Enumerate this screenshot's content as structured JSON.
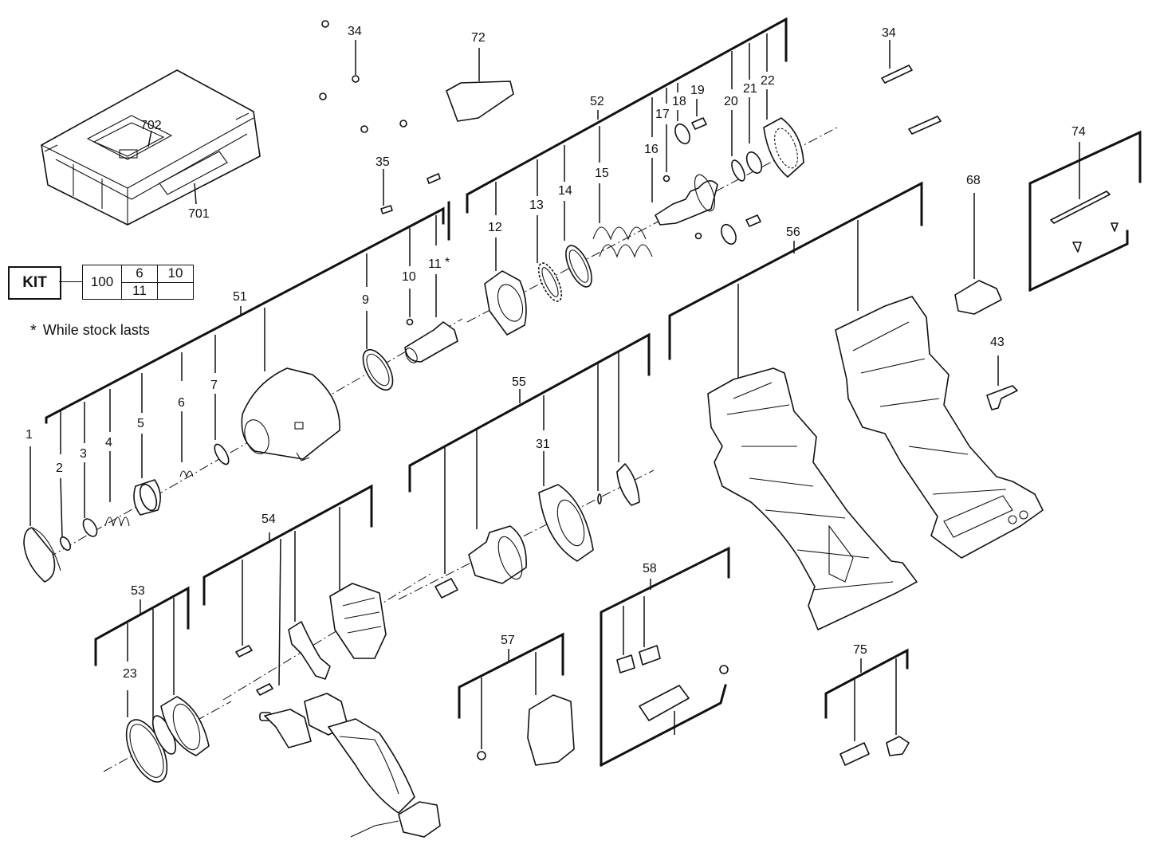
{
  "labels": {
    "l1": "1",
    "l2": "2",
    "l3": "3",
    "l4": "4",
    "l5": "5",
    "l6": "6",
    "l7": "7",
    "l9": "9",
    "l10": "10",
    "l11": "11",
    "l11star": "*",
    "l12": "12",
    "l13": "13",
    "l14": "14",
    "l15": "15",
    "l16": "16",
    "l17": "17",
    "l18": "18",
    "l19": "19",
    "l20": "20",
    "l21": "21",
    "l22": "22",
    "l23": "23",
    "l31": "31",
    "l34a": "34",
    "l34b": "34",
    "l35": "35",
    "l43": "43",
    "l51": "51",
    "l52": "52",
    "l53": "53",
    "l54": "54",
    "l55": "55",
    "l56": "56",
    "l57": "57",
    "l58": "58",
    "l68": "68",
    "l72": "72",
    "l74": "74",
    "l75": "75",
    "l701": "701",
    "l702": "702"
  },
  "kit": {
    "label": "KIT",
    "cells": {
      "c100": "100",
      "c6": "6",
      "c10": "10",
      "c11": "11",
      "cEmpty": ""
    }
  },
  "note": {
    "star": "*",
    "text": "While stock lasts"
  }
}
